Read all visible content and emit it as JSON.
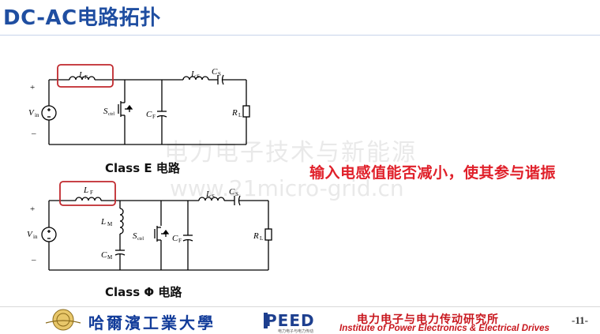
{
  "title": "DC-AC电路拓扑",
  "circuit_e": {
    "caption": "Class E 电路",
    "plus": "+",
    "minus": "–",
    "vin_main": "V",
    "vin_sub": "in",
    "lf_main": "L",
    "lf_sub": "F",
    "ls_main": "L",
    "ls_sub": "S",
    "cs_main": "C",
    "cs_sub": "S",
    "sw_main": "S",
    "sw_sub": "ctrl",
    "cf_main": "C",
    "cf_sub": "F",
    "rl_main": "R",
    "rl_sub": "L"
  },
  "circuit_phi": {
    "caption": "Class Φ 电路",
    "plus": "+",
    "minus": "–",
    "vin_main": "V",
    "vin_sub": "in",
    "lf_main": "L",
    "lf_sub": "F",
    "lm_main": "L",
    "lm_sub": "M",
    "cm_main": "C",
    "cm_sub": "M",
    "sw_main": "S",
    "sw_sub": "ctrl",
    "cf_main": "C",
    "cf_sub": "F",
    "ls_main": "L",
    "ls_sub": "S",
    "cs_main": "C",
    "cs_sub": "S",
    "rl_main": "R",
    "rl_sub": "L"
  },
  "note": "输入电感值能否减小，使其参与谐振",
  "watermark": {
    "line1": "电力电子技术与新能源",
    "line2": "www.21micro-grid.cn"
  },
  "footer": {
    "university": "哈爾濱工業大學",
    "peed": "PEED",
    "peed_sub": "电力电子与电力传动",
    "institute_cn": "电力电子与电力传动研究所",
    "institute_en": "Institute of Power Electronics & Electrical Drives",
    "page_number": "-11-"
  },
  "colors": {
    "title": "#1f4ea1",
    "highlight_box": "#c0282d",
    "note": "#e0202a",
    "footer_red": "#c8171e"
  }
}
